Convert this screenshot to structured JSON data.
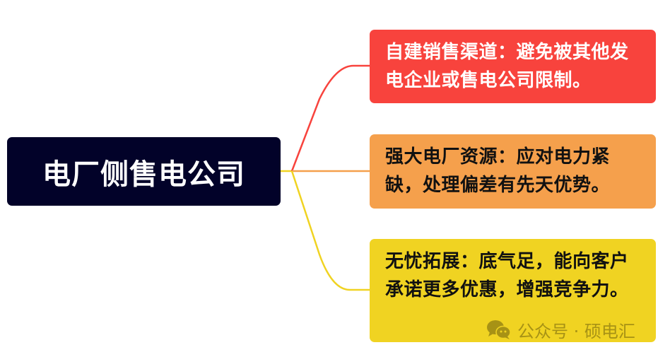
{
  "root": {
    "label": "电厂侧售电公司"
  },
  "branches": [
    {
      "id": "red",
      "color": "#F8433D",
      "text": "自建销售渠道：避免被其他发电企业或售电公司限制。"
    },
    {
      "id": "orange",
      "color": "#F5A04C",
      "text": "强大电厂资源：应对电力紧缺，处理偏差有先天优势。"
    },
    {
      "id": "yellow",
      "color": "#F0D322",
      "text": "无忧拓展：底气足，能向客户承诺更多优惠，增强竞争力。"
    }
  ],
  "watermark": {
    "icon": "wechat-icon",
    "label": "公众号 · 硕电汇"
  },
  "colors": {
    "root_bg": "#020229",
    "background": "#ffffff"
  }
}
